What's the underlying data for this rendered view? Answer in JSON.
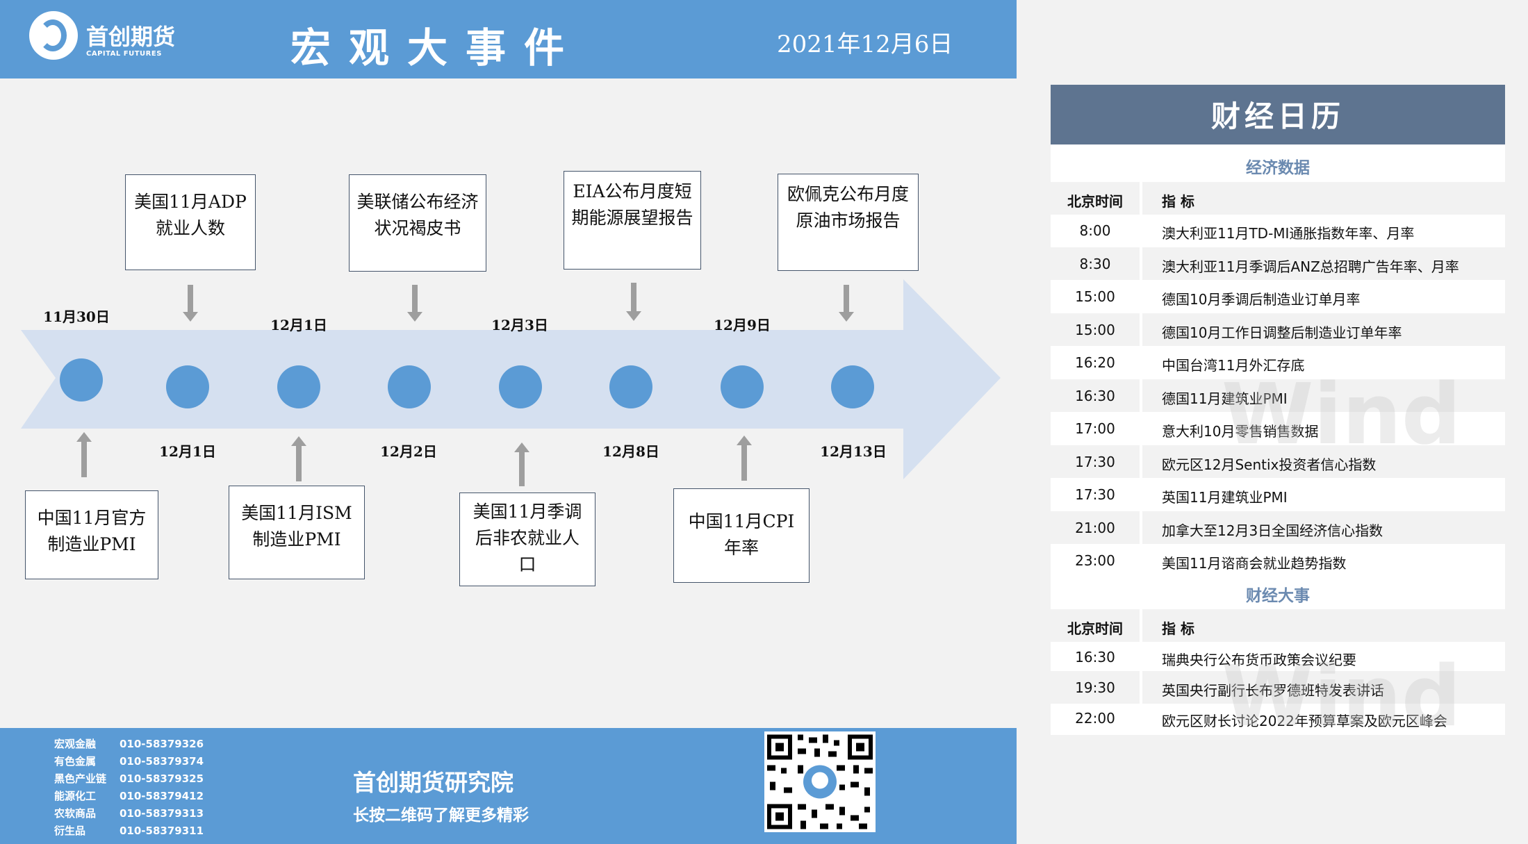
{
  "header": {
    "logo_name": "首创期货",
    "logo_sub": "CAPITAL FUTURES",
    "title": "宏观大事件",
    "date": "2021年12月6日"
  },
  "timeline": {
    "top_dates": [
      "11月30日",
      "12月1日",
      "12月3日",
      "12月9日"
    ],
    "bottom_dates": [
      "12月1日",
      "12月2日",
      "12月8日",
      "12月13日"
    ],
    "top_events": [
      "美国11月ADP就业人数",
      "美联储公布经济状况褐皮书",
      "EIA公布月度短期能源展望报告",
      "欧佩克公布月度原油市场报告"
    ],
    "bottom_events": [
      "中国11月官方制造业PMI",
      "美国11月ISM制造业PMI",
      "美国11月季调后非农就业人口",
      "中国11月CPI年率"
    ]
  },
  "calendar": {
    "title": "财经日历",
    "econ_section": "经济数据",
    "events_section": "财经大事",
    "col_time": "北京时间",
    "col_indicator": "指  标",
    "econ_rows": [
      {
        "time": "8:00",
        "indicator": "澳大利亚11月TD-MI通胀指数年率、月率"
      },
      {
        "time": "8:30",
        "indicator": "澳大利亚11月季调后ANZ总招聘广告年率、月率"
      },
      {
        "time": "15:00",
        "indicator": "德国10月季调后制造业订单月率"
      },
      {
        "time": "15:00",
        "indicator": "德国10月工作日调整后制造业订单年率"
      },
      {
        "time": "16:20",
        "indicator": "中国台湾11月外汇存底"
      },
      {
        "time": "16:30",
        "indicator": "德国11月建筑业PMI"
      },
      {
        "time": "17:00",
        "indicator": "意大利10月零售销售数据"
      },
      {
        "time": "17:30",
        "indicator": "欧元区12月Sentix投资者信心指数"
      },
      {
        "time": "17:30",
        "indicator": "英国11月建筑业PMI"
      },
      {
        "time": "21:00",
        "indicator": "加拿大至12月3日全国经济信心指数"
      },
      {
        "time": "23:00",
        "indicator": "美国11月谘商会就业趋势指数"
      }
    ],
    "event_rows": [
      {
        "time": "16:30",
        "indicator": "瑞典央行公布货币政策会议纪要"
      },
      {
        "time": "19:30",
        "indicator": "英国央行副行长布罗德班特发表讲话"
      },
      {
        "time": "22:00",
        "indicator": "欧元区财长讨论2022年预算草案及欧元区峰会"
      }
    ],
    "watermark": "Wind"
  },
  "footer": {
    "contacts": [
      {
        "label": "宏观金融",
        "phone": "010-58379326"
      },
      {
        "label": "有色金属",
        "phone": "010-58379374"
      },
      {
        "label": "黑色产业链",
        "phone": "010-58379325"
      },
      {
        "label": "能源化工",
        "phone": "010-58379412"
      },
      {
        "label": "农软商品",
        "phone": "010-58379313"
      },
      {
        "label": "衍生品",
        "phone": "010-58379311"
      }
    ],
    "org": "首创期货研究院",
    "slogan": "长按二维码了解更多精彩"
  }
}
